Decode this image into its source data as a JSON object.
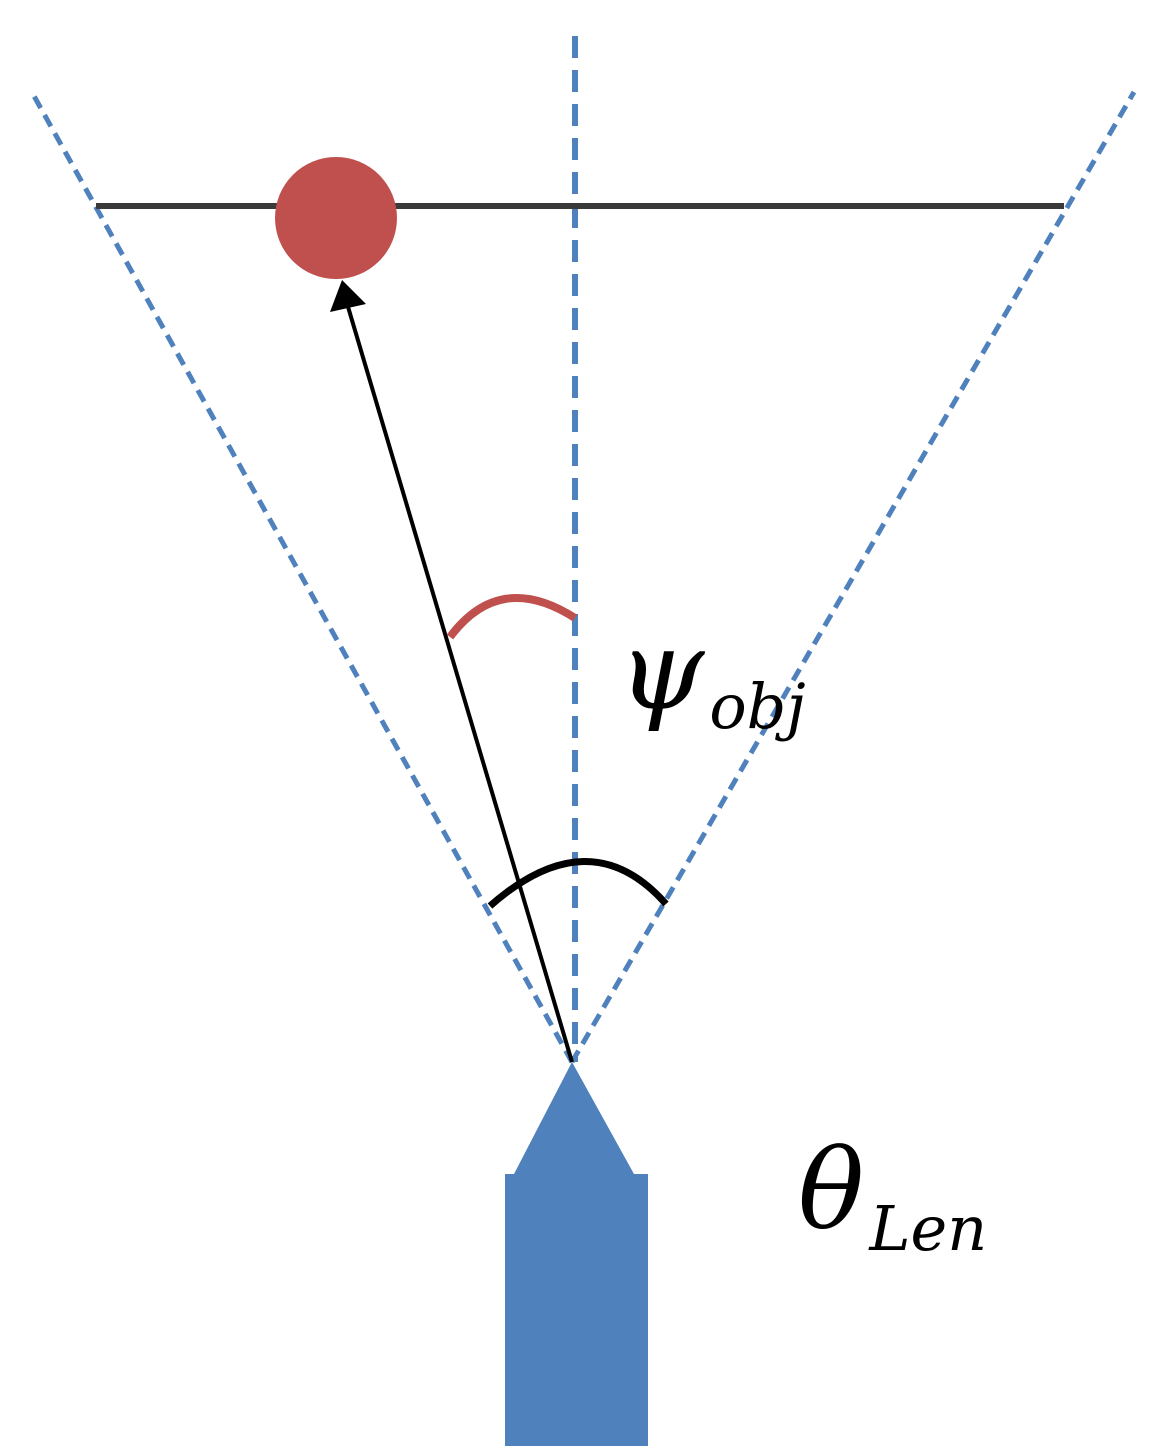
{
  "labels": {
    "object_angle": {
      "symbol": "ψ",
      "subscript": "obj"
    },
    "lens_angle": {
      "symbol": "θ",
      "subscript": "Len"
    }
  },
  "colors": {
    "fov_boundary": "#4f81bd",
    "optical_axis": "#4f81bd",
    "object_plane": "#3a3a3a",
    "object": "#c0504d",
    "object_angle_arc": "#c0504d",
    "lens_angle_arc": "#000000",
    "direction_arrow": "#000000",
    "camera": "#4f81bd"
  },
  "icons": {
    "camera": "camera-icon",
    "object": "object-dot"
  }
}
